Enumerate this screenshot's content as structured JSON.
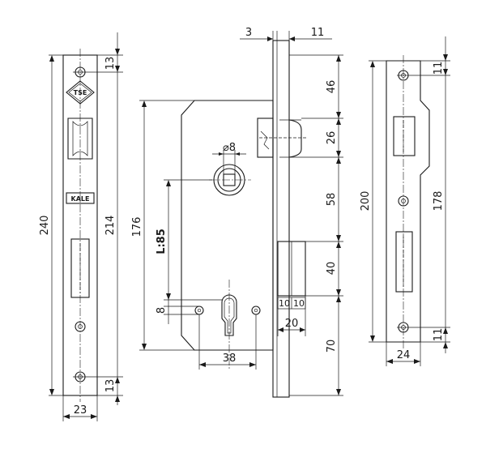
{
  "colors": {
    "ink": "#1a1a1a",
    "background": "#ffffff"
  },
  "faceplate": {
    "logo_top": "TSE",
    "logo_mid": "KALE",
    "dims": {
      "total_height": "240",
      "screw_span": "214",
      "top_offset": "13",
      "bottom_offset": "13",
      "width": "23"
    }
  },
  "lock_body": {
    "dims": {
      "body_height": "176",
      "distance_label": "L:85",
      "spindle_dia": "⌀8",
      "backset_to_screw": "8",
      "cylinder_spacing": "38",
      "bolt_width": "20",
      "bolt_split_a": "10",
      "bolt_split_b": "10",
      "front_plate_left": "3",
      "front_plate_right": "11",
      "right_46": "46",
      "right_26": "26",
      "right_58": "58",
      "right_40": "40",
      "right_70": "70"
    }
  },
  "strike_plate": {
    "dims": {
      "height": "200",
      "screw_span": "178",
      "top_offset": "11",
      "bottom_offset": "11",
      "width": "24"
    }
  }
}
